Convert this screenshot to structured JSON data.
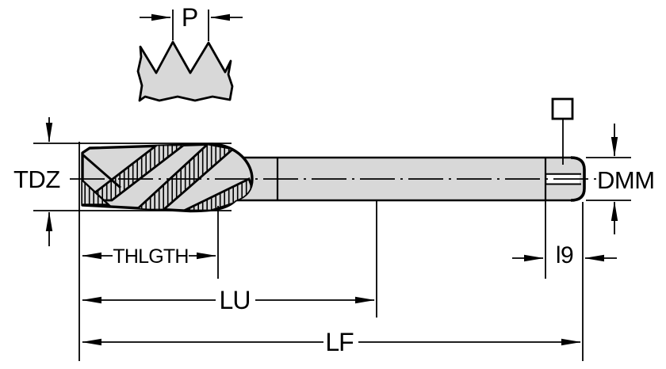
{
  "drawing": {
    "background": "#ffffff",
    "line_color": "#000000",
    "body_fill": "#d8d8d8",
    "labels": {
      "pitch": "P",
      "thread_diameter": "TDZ",
      "shank_diameter": "DMM",
      "thread_length": "THLGTH",
      "usable_length": "LU",
      "overall_length": "LF",
      "square_length": "l9"
    }
  }
}
